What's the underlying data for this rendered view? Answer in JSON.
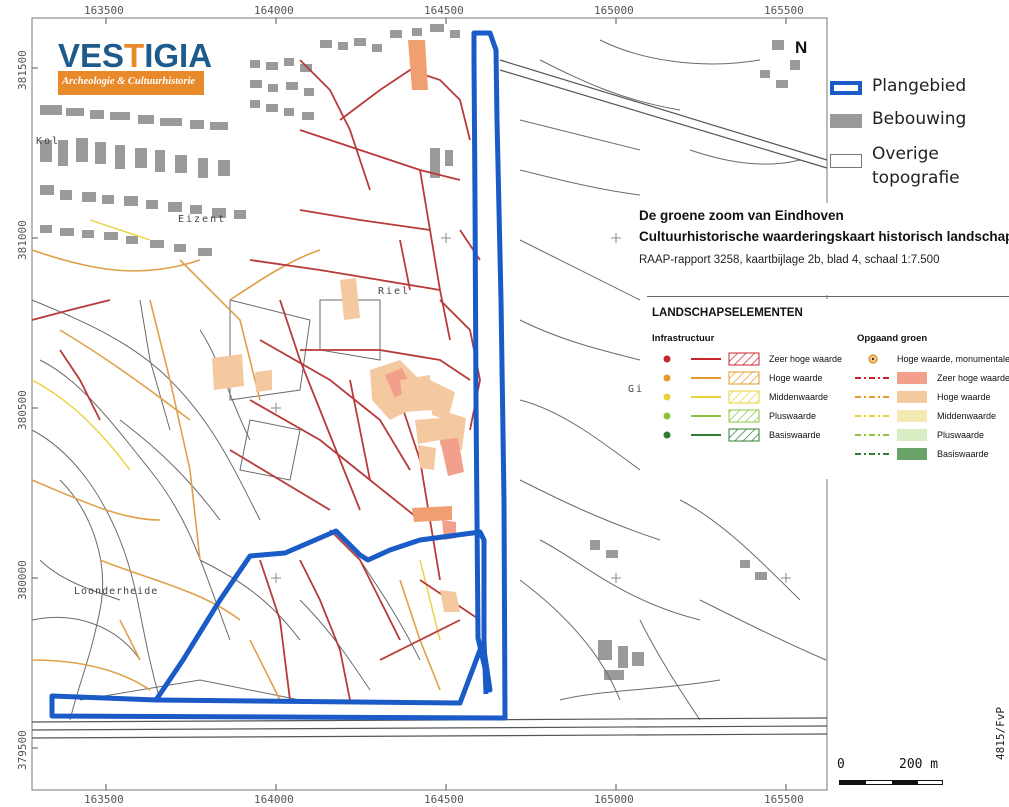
{
  "map": {
    "x_coords": [
      "163500",
      "164000",
      "164500",
      "165000",
      "165500"
    ],
    "y_coords": [
      "381500",
      "381000",
      "380500",
      "380000",
      "379500"
    ],
    "place_labels": [
      "Riel",
      "Loonderheide",
      "Eizent",
      "Gi",
      "Kol"
    ],
    "plangebied_color": "#1a5bc7",
    "red_lines_color": "#b83a3a",
    "orange_lines_color": "#e0a04a"
  },
  "logo": {
    "main_a": "VES",
    "main_b": "T",
    "main_c": "IGIA",
    "sub": "Archeologie & Cultuurhistorie"
  },
  "legend_top": {
    "items": [
      {
        "label": "Plangebied",
        "icon": "plangebied-swatch"
      },
      {
        "label": "Bebouwing",
        "icon": "bebouwing-swatch"
      },
      {
        "label": "Overige topografie",
        "icon": "overige-swatch"
      }
    ]
  },
  "info": {
    "title_1": "De groene zoom van Eindhoven",
    "title_2": "Cultuurhistorische waarderingskaart historisch landschap",
    "subtitle": "RAAP-rapport 3258, kaartbijlage 2b, blad 4, schaal 1:7.500"
  },
  "legend_land": {
    "heading": "LANDSCHAPSELEMENTEN",
    "col1_title": "Infrastructuur",
    "col2_title": "Opgaand groen",
    "col1_rows": [
      "Zeer hoge waarde",
      "Hoge waarde",
      "Middenwaarde",
      "Pluswaarde",
      "Basiswaarde"
    ],
    "col2_rows": [
      "Hoge waarde, monumentale boom",
      "Zeer hoge waarde",
      "Hoge waarde",
      "Middenwaarde",
      "Pluswaarde",
      "Basiswaarde"
    ],
    "colors": [
      "#c8242c",
      "#e79a2a",
      "#e9d23a",
      "#8cc43f",
      "#2e7d32"
    ],
    "fill_colors": [
      "#f2a08c",
      "#f5c9a0",
      "#f3ecb2",
      "#d8edc6",
      "#6aa368"
    ]
  },
  "north": "N",
  "scale": {
    "label_0": "0",
    "label_1": "200 m"
  },
  "ref": "4815/FvP"
}
